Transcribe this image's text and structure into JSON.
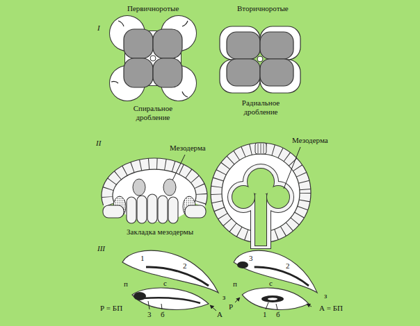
{
  "diagram": {
    "labels": [
      "Первичноротые",
      "Вторичноротые",
      "I",
      "Спиральное дробление",
      "Радиальное дробление",
      "II",
      "Мезодерма",
      "Мезодерма",
      "Закладка мезодермы",
      "III",
      "1",
      "2",
      "с",
      "п",
      "з",
      "Р = БП",
      "3",
      "б",
      "А",
      "3",
      "2",
      "с",
      "п",
      "з",
      "Р",
      "1",
      "б",
      "А = БП"
    ]
  }
}
